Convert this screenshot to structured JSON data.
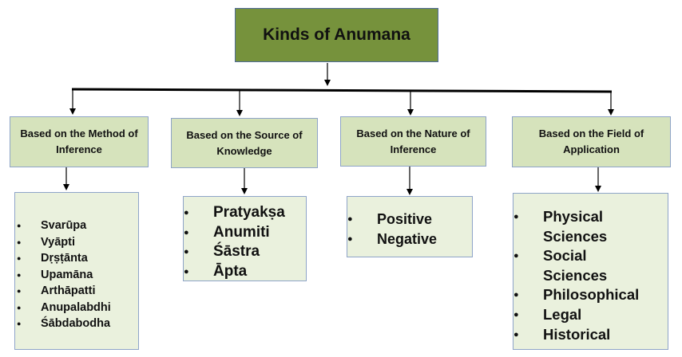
{
  "root": {
    "title": "Kinds of Anumana"
  },
  "categories": [
    {
      "label": "Based on the Method of Inference",
      "items": [
        "Svarūpa",
        "Vyāpti",
        "Dṛṣṭānta",
        "Upamāna",
        "Arthāpatti",
        "Anupalabdhi",
        "Śābdabodha"
      ]
    },
    {
      "label": "Based on the Source of Knowledge",
      "items": [
        "Pratyakṣa",
        "Anumiti",
        "Śāstra",
        "Āpta"
      ]
    },
    {
      "label": "Based on the Nature of Inference",
      "items": [
        "Positive",
        "Negative"
      ]
    },
    {
      "label": "Based on the Field of Application",
      "items": [
        "Physical Sciences",
        "Social Sciences",
        "Philosophical",
        "Legal",
        "Historical"
      ]
    }
  ],
  "colors": {
    "root_fill": "#76923c",
    "category_fill": "#d6e3bc",
    "list_fill": "#eaf1dd",
    "border": "#8ea4c8"
  }
}
